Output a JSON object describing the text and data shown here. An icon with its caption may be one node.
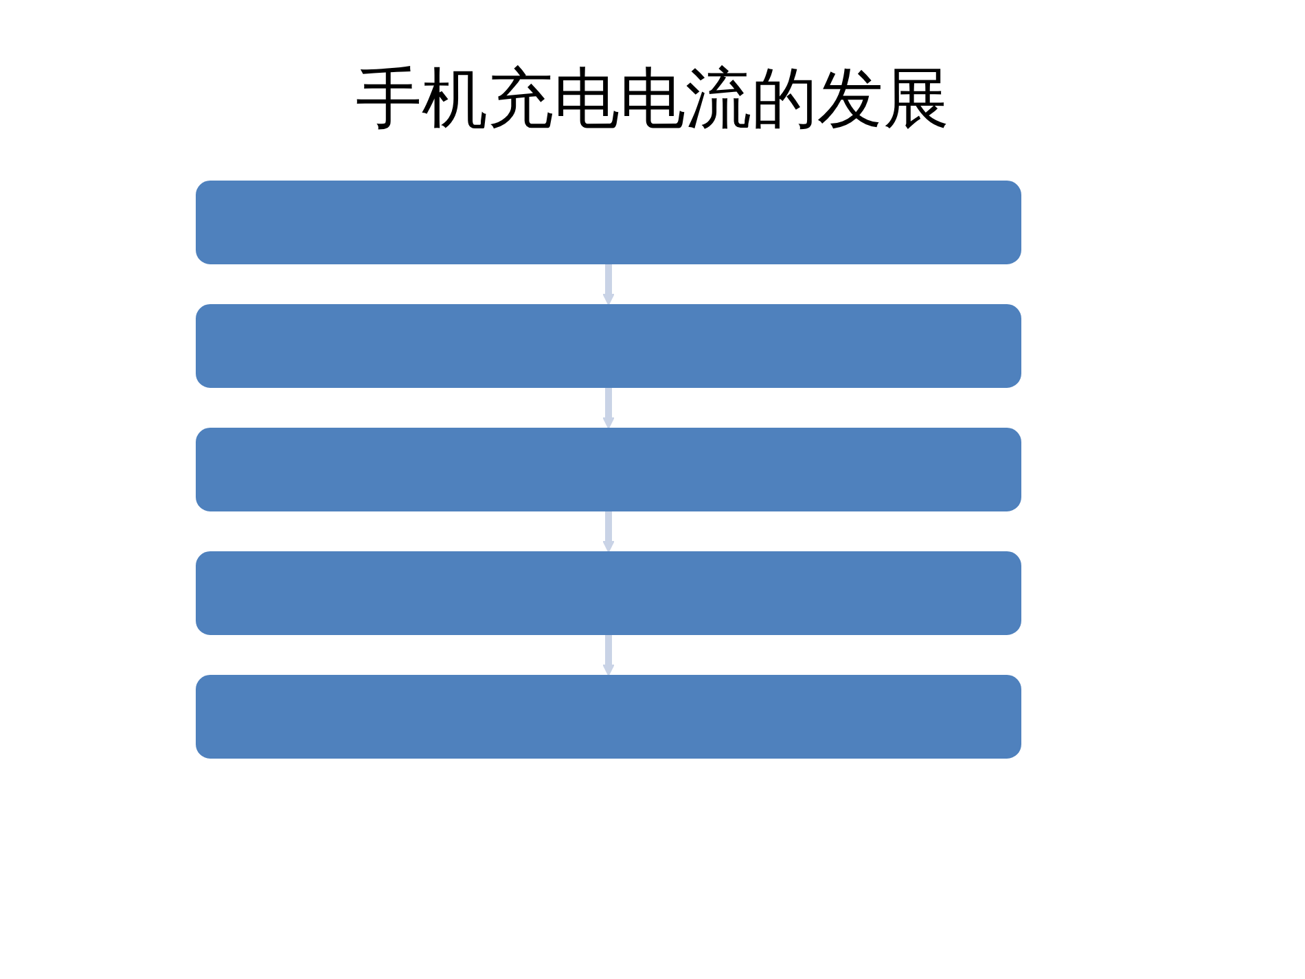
{
  "diagram": {
    "title": "手机充电电流的发展",
    "nodes": [
      {
        "text": [],
        "shape": "box"
      },
      {
        "text": [],
        "shape": "box"
      },
      {
        "text": [],
        "shape": "box"
      },
      {
        "text": [],
        "shape": "box"
      },
      {
        "text": [],
        "shape": "box"
      }
    ],
    "edges": [
      {
        "from": 0,
        "to": 1,
        "arrow": "to"
      },
      {
        "from": 1,
        "to": 2,
        "arrow": "to"
      },
      {
        "from": 2,
        "to": 3,
        "arrow": "to"
      },
      {
        "from": 3,
        "to": 4,
        "arrow": "to"
      }
    ]
  }
}
